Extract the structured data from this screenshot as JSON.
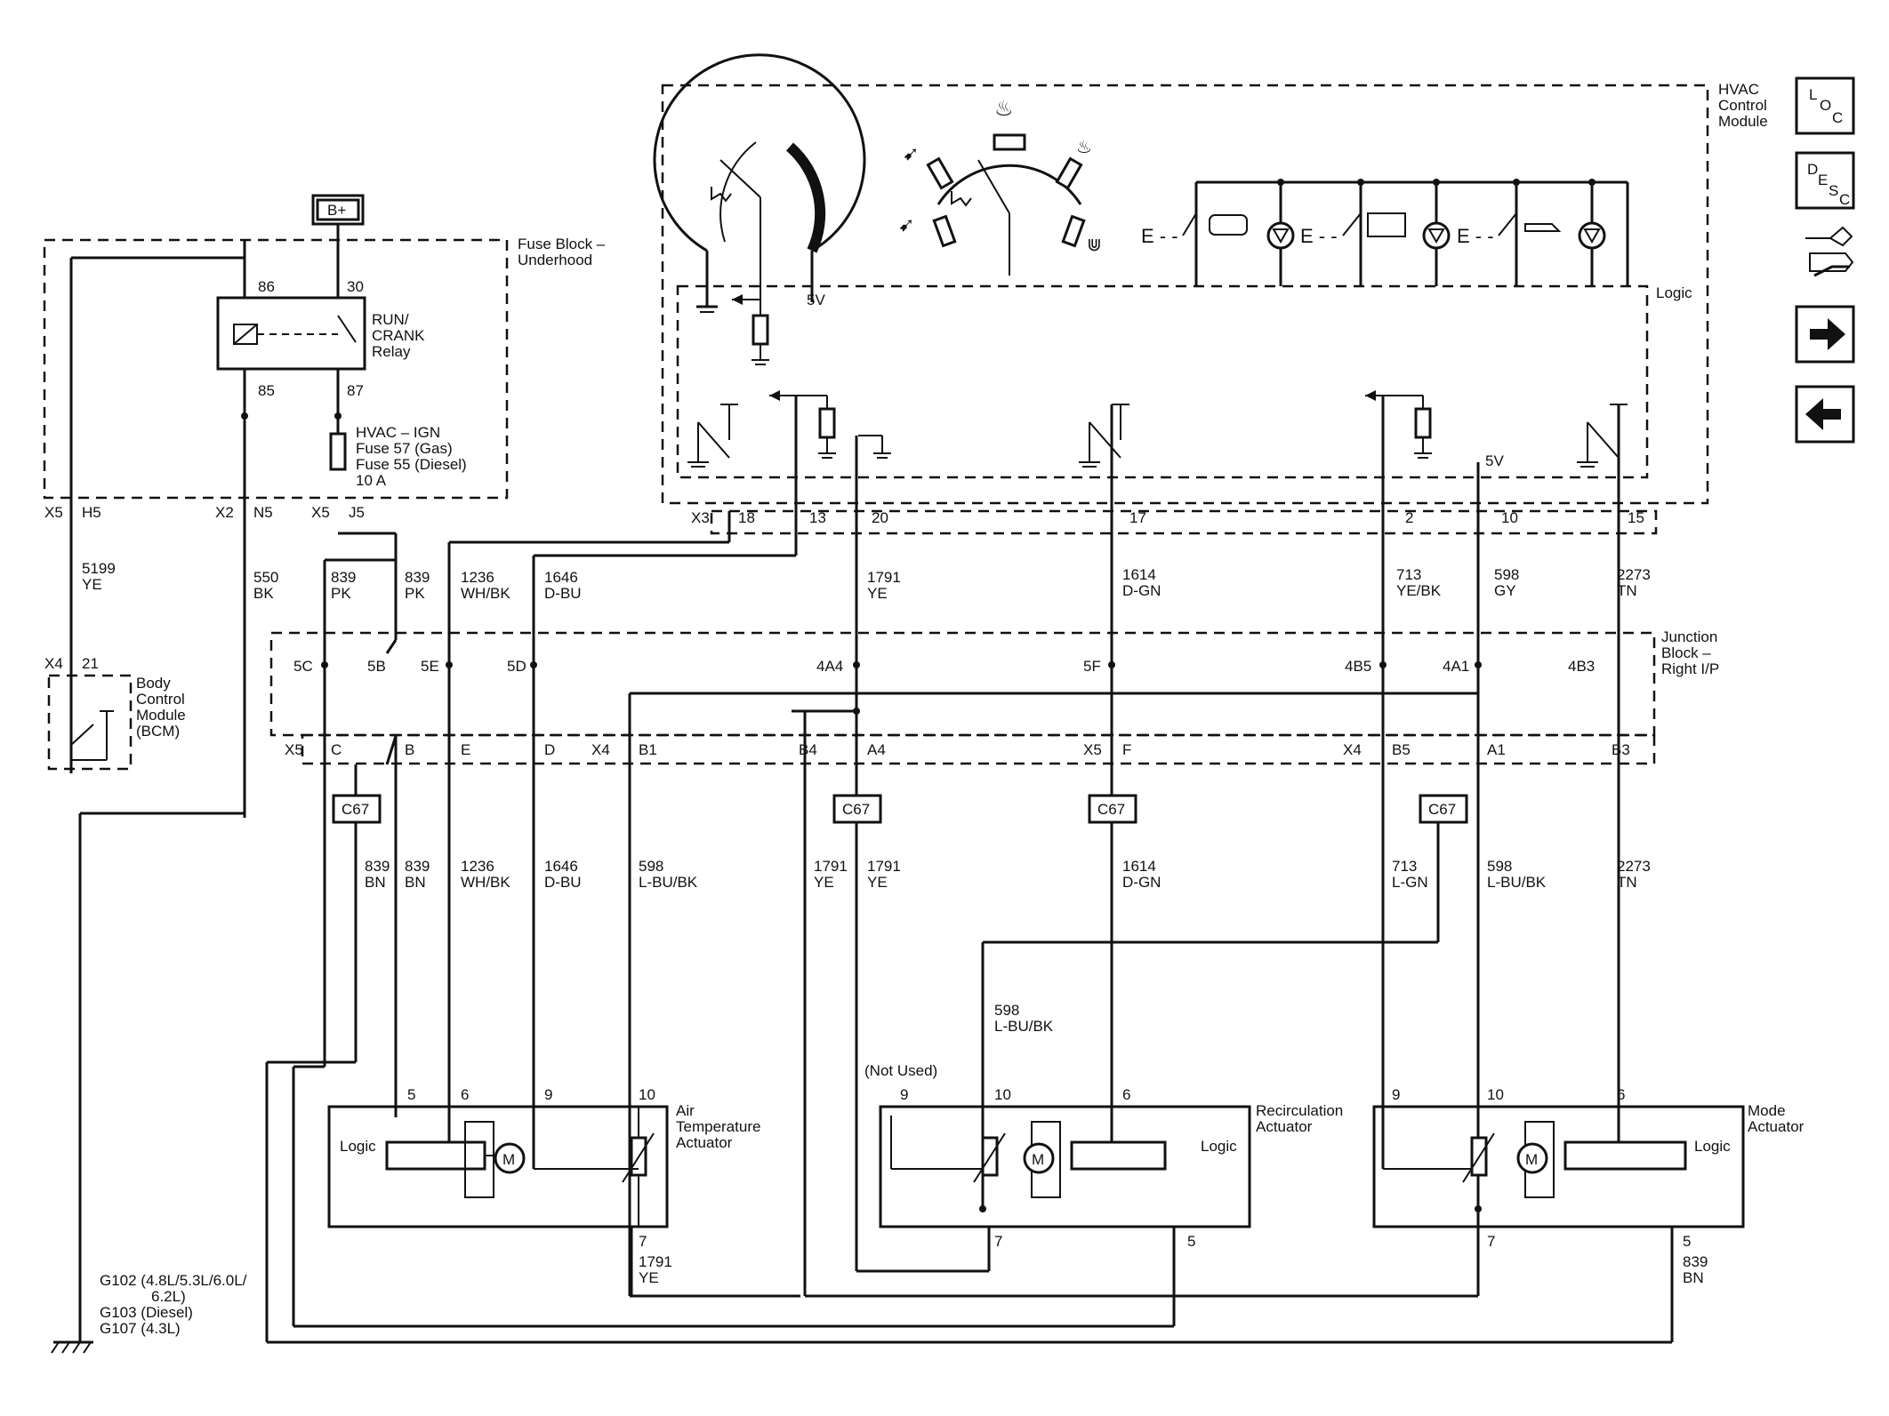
{
  "modules": {
    "hvac": [
      "HVAC",
      "Control",
      "Module"
    ],
    "logic": "Logic",
    "fuse_block": [
      "Fuse Block –",
      "Underhood"
    ],
    "junction_block": [
      "Junction",
      "Block –",
      "Right I/P"
    ],
    "bcm": [
      "Body",
      "Control",
      "Module",
      "(BCM)"
    ],
    "relay": [
      "RUN/",
      "CRANK",
      "Relay"
    ],
    "fuse": [
      "HVAC – IGN",
      "Fuse 57 (Gas)",
      "Fuse 55 (Diesel)",
      "10 A"
    ],
    "ground": [
      "G102 (4.8L/5.3L/6.0L/",
      "6.2L)",
      "G103 (Diesel)",
      "G107 (4.3L)"
    ],
    "batt": "B+",
    "five_v": "5V",
    "not_used": "(Not Used)",
    "motor": "M"
  },
  "actuators": [
    {
      "name": [
        "Air",
        "Temperature",
        "Actuator"
      ],
      "logic": "Logic"
    },
    {
      "name": [
        "Recirculation",
        "Actuator"
      ],
      "logic": "Logic"
    },
    {
      "name": [
        "Mode",
        "Actuator"
      ],
      "logic": "Logic"
    }
  ],
  "connectors": {
    "x5": "X5",
    "x2": "X2",
    "x3": "X3",
    "x4": "X4",
    "h5": "H5",
    "n5": "N5",
    "j5": "J5",
    "p21": "21",
    "r86": "86",
    "r30": "30",
    "r85": "85",
    "r87": "87",
    "c18": "18",
    "c13": "13",
    "c20": "20",
    "c17": "17",
    "c2": "2",
    "c10": "10",
    "c15": "15",
    "j5c": "5C",
    "j5b": "5B",
    "j5e": "5E",
    "j5d": "5D",
    "j4a4": "4A4",
    "j5f": "5F",
    "j4b5": "4B5",
    "j4a1": "4A1",
    "j4b3": "4B3",
    "bc": "C",
    "bb": "B",
    "be": "E",
    "bd": "D",
    "bb1": "B1",
    "bb4": "B4",
    "ba4": "A4",
    "bf": "F",
    "bb5": "B5",
    "ba1": "A1",
    "bb3": "B3",
    "c67": "C67",
    "a5": "5",
    "a6": "6",
    "a9": "9",
    "a10": "10",
    "a7": "7",
    "rc5": "5",
    "m5": "5"
  },
  "wires": {
    "w5199": [
      "5199",
      "YE"
    ],
    "w550": [
      "550",
      "BK"
    ],
    "w839a": [
      "839",
      "PK"
    ],
    "w839b": [
      "839",
      "PK"
    ],
    "w1236": [
      "1236",
      "WH/BK"
    ],
    "w1646": [
      "1646",
      "D-BU"
    ],
    "w1791": [
      "1791",
      "YE"
    ],
    "w1614": [
      "1614",
      "D-GN"
    ],
    "w713": [
      "713",
      "YE/BK"
    ],
    "w598": [
      "598",
      "GY"
    ],
    "w2273": [
      "2273",
      "TN"
    ],
    "l839a": [
      "839",
      "BN"
    ],
    "l839b": [
      "839",
      "BN"
    ],
    "l1236": [
      "1236",
      "WH/BK"
    ],
    "l1646": [
      "1646",
      "D-BU"
    ],
    "l598": [
      "598",
      "L-BU/BK"
    ],
    "l1791a": [
      "1791",
      "YE"
    ],
    "l1791b": [
      "1791",
      "YE"
    ],
    "l1614": [
      "1614",
      "D-GN"
    ],
    "l713": [
      "713",
      "L-GN"
    ],
    "l598b": [
      "598",
      "L-BU/BK"
    ],
    "l2273": [
      "2273",
      "TN"
    ],
    "m598": [
      "598",
      "L-BU/BK"
    ],
    "b1791": [
      "1791",
      "YE"
    ],
    "b839": [
      "839",
      "BN"
    ]
  },
  "nav": {
    "loc": [
      "L",
      "O",
      "C"
    ],
    "desc": [
      "D",
      "E",
      "S",
      "C"
    ]
  }
}
